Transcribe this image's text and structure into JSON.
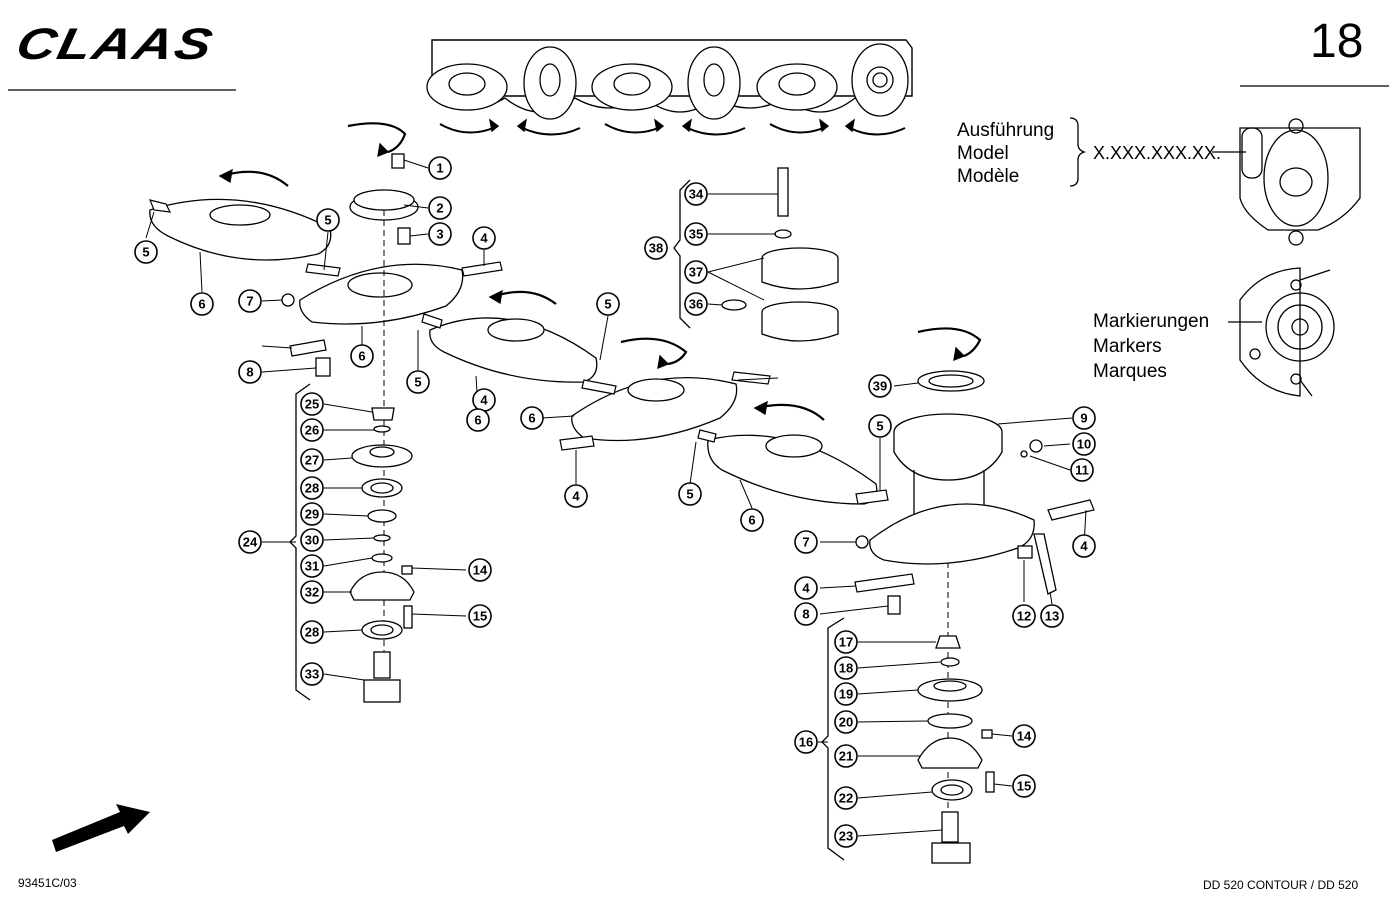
{
  "header": {
    "brand": "CLAAS",
    "page_number": "18"
  },
  "variant_box": {
    "lines": [
      "Ausführung",
      "Model",
      "Modèle"
    ],
    "code": "X.XXX.XXX.XX."
  },
  "markers_box": {
    "lines": [
      "Markierungen",
      "Markers",
      "Marques"
    ]
  },
  "footer": {
    "drawing_id": "93451C/03",
    "model": "DD 520 CONTOUR / DD 520"
  },
  "callouts": [
    "1",
    "2",
    "3",
    "4",
    "4",
    "4",
    "4",
    "4",
    "5",
    "5",
    "5",
    "5",
    "5",
    "5",
    "6",
    "6",
    "6",
    "6",
    "6",
    "7",
    "7",
    "8",
    "8",
    "9",
    "10",
    "11",
    "12",
    "13",
    "14",
    "14",
    "15",
    "15",
    "16",
    "17",
    "18",
    "19",
    "20",
    "21",
    "22",
    "23",
    "24",
    "25",
    "26",
    "27",
    "28",
    "28",
    "29",
    "30",
    "31",
    "32",
    "33",
    "34",
    "35",
    "36",
    "37",
    "38",
    "39"
  ],
  "colors": {
    "ink": "#000000",
    "paper": "#ffffff",
    "shade": "#bdbdbd"
  }
}
